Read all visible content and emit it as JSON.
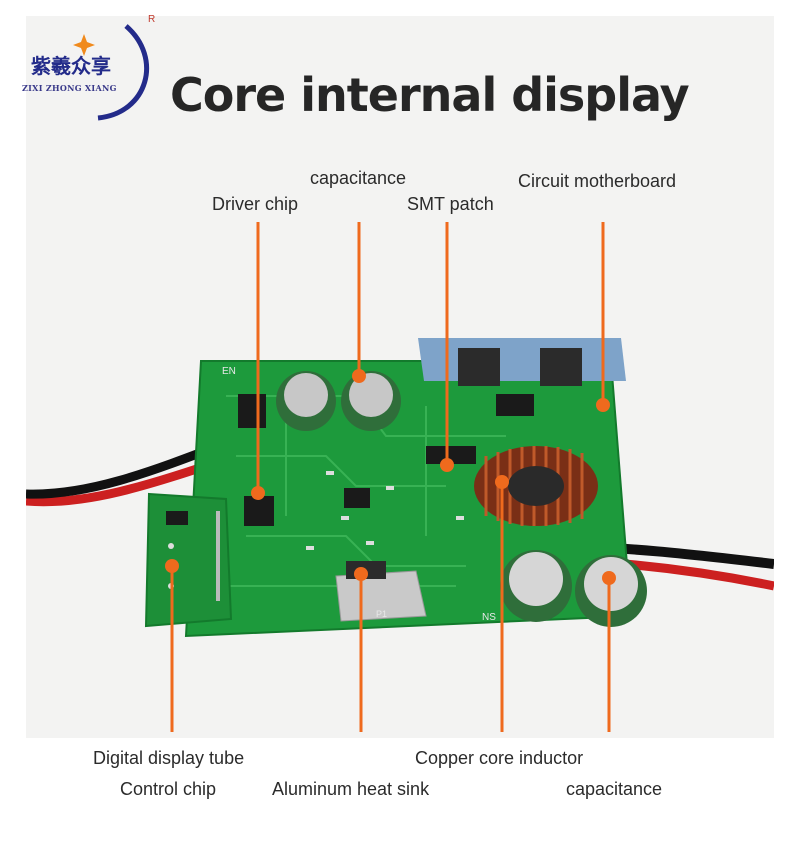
{
  "logo": {
    "chinese": "紫羲众享",
    "english": "ZIXI ZHONG XIANG",
    "registered": "R"
  },
  "title": "Core internal display",
  "callouts": {
    "driver_chip": "Driver chip",
    "capacitance_top": "capacitance",
    "smt_patch": "SMT patch",
    "circuit_motherboard": "Circuit motherboard",
    "digital_display_tube": "Digital display tube",
    "control_chip": "Control chip",
    "aluminum_heat_sink": "Aluminum heat sink",
    "copper_core_inductor": "Copper core inductor",
    "capacitance_bottom": "capacitance"
  },
  "board_text": {
    "en_mark": "EN",
    "ns_mark": "NS",
    "p1_mark": "P1"
  },
  "colors": {
    "pcb": "#1d9a3c",
    "leader": "#ef6a1d",
    "inductor": "#9c3b1f",
    "title": "#262626",
    "logo_blue": "#232b8a"
  }
}
